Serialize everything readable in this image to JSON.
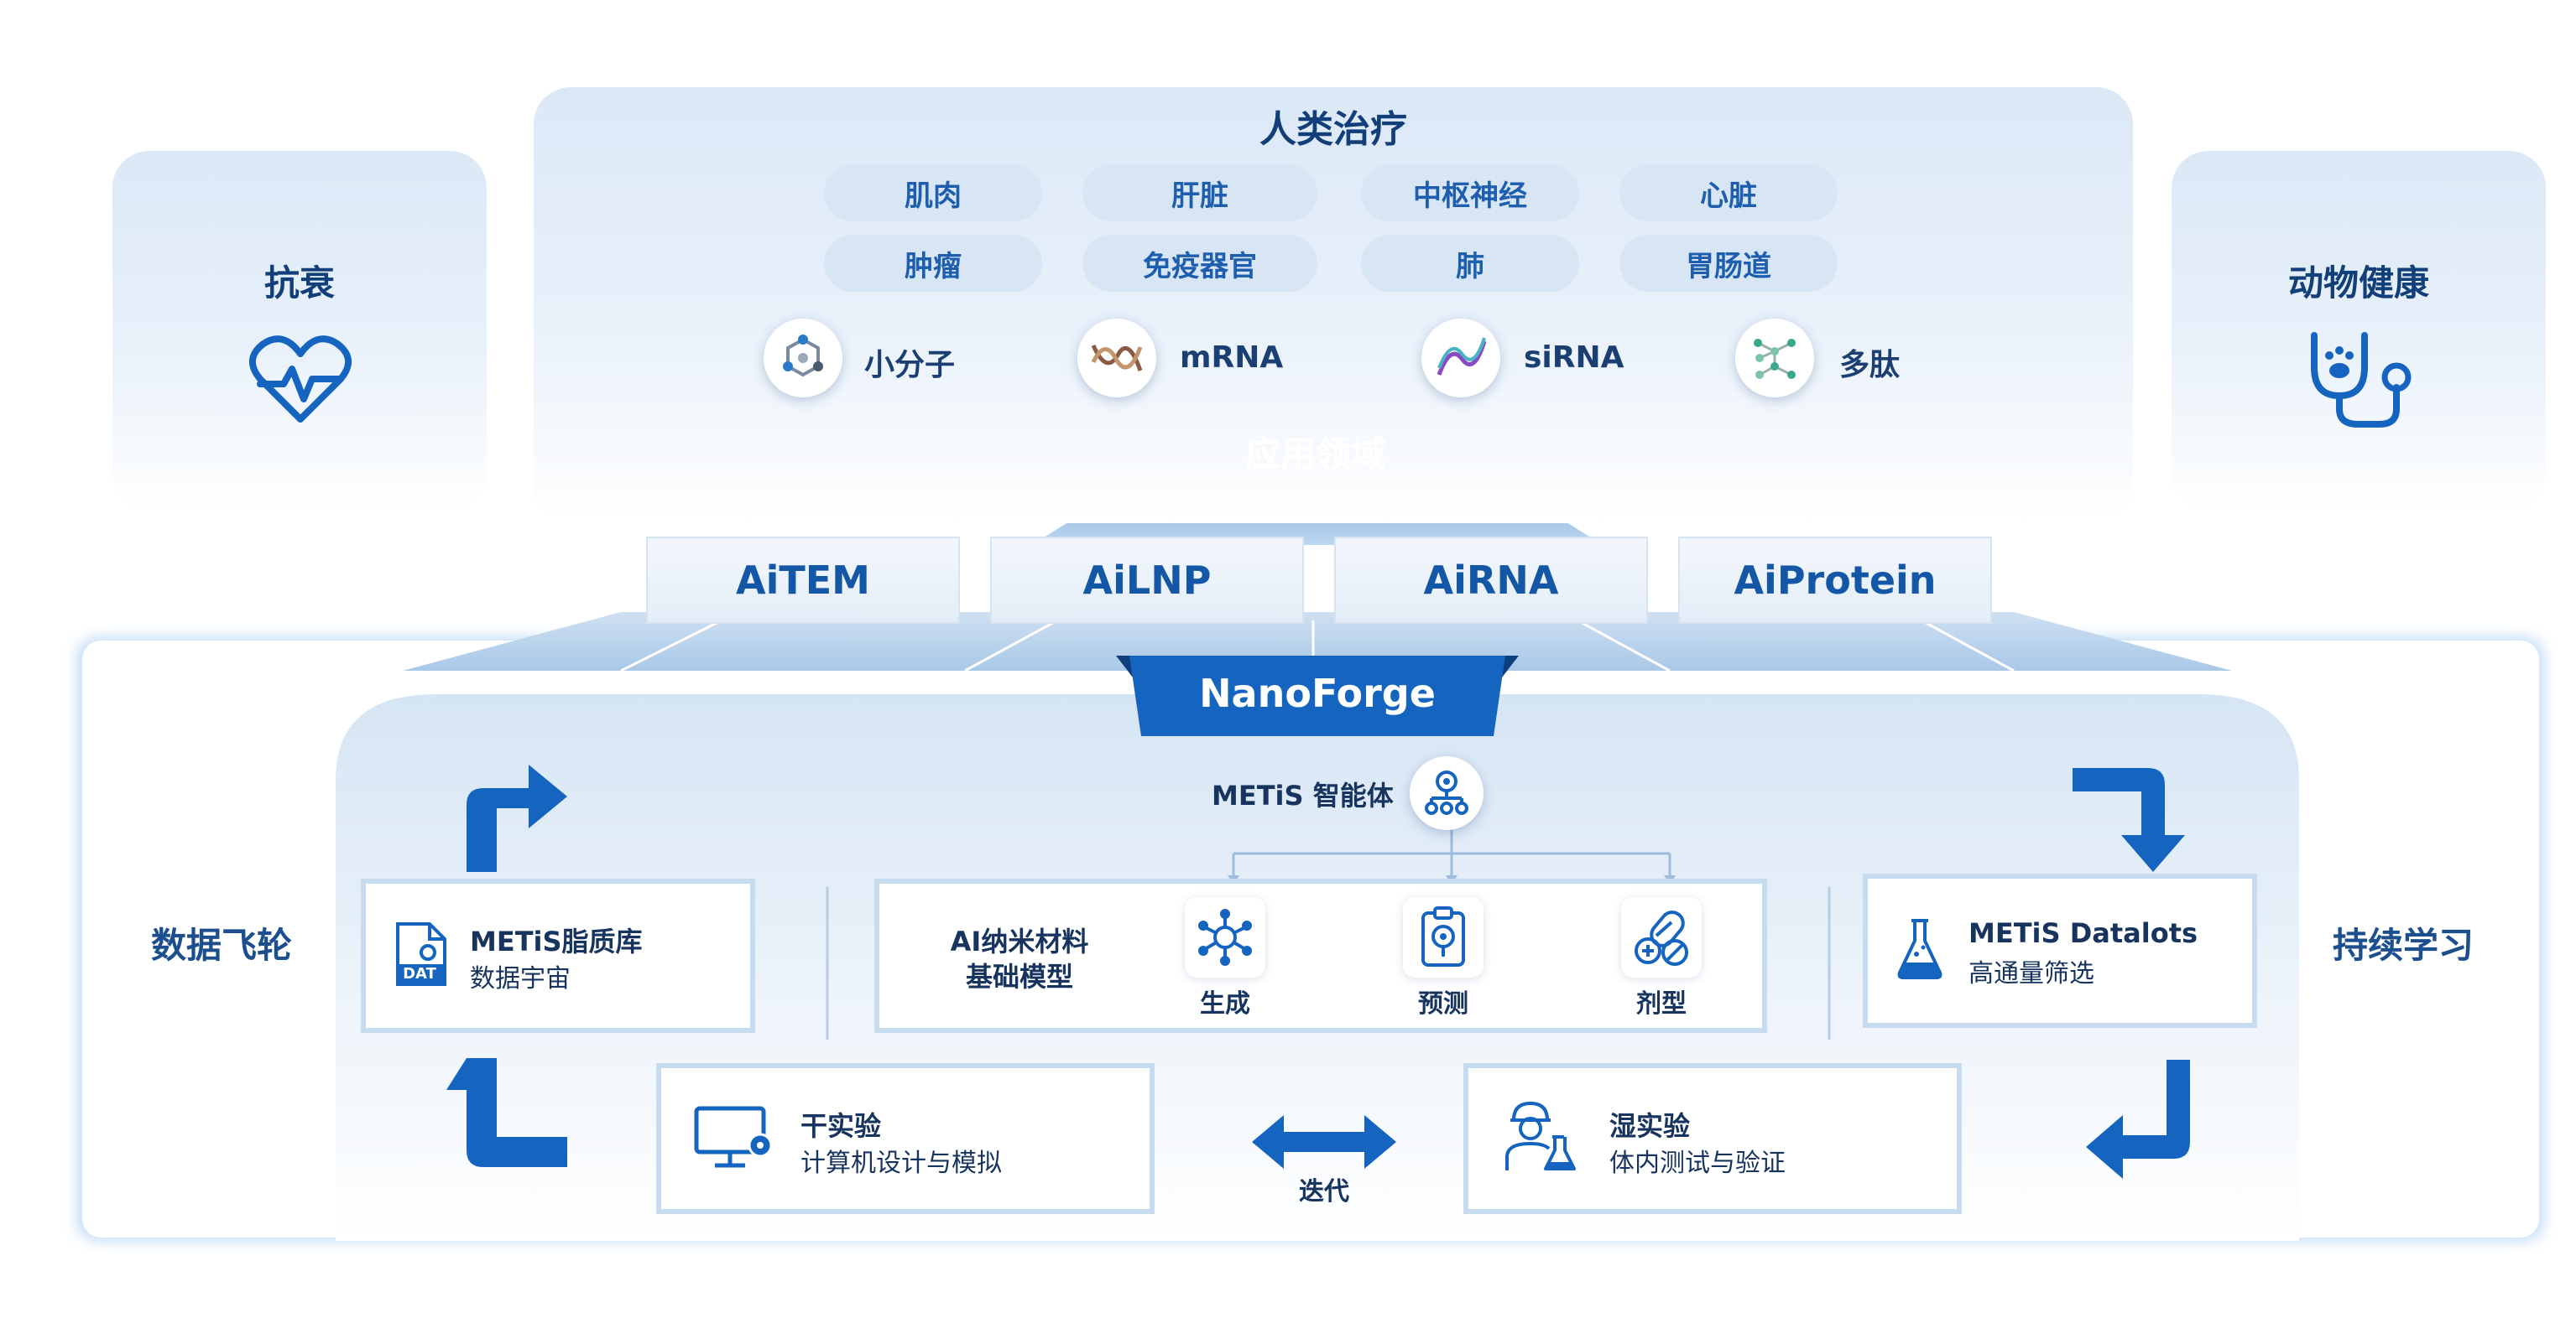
{
  "top": {
    "title": "人类治疗",
    "pills": [
      "肌肉",
      "肝脏",
      "中枢神经",
      "心脏",
      "肿瘤",
      "免疫器官",
      "肺",
      "胃肠道"
    ],
    "modalities": [
      "小分子",
      "mRNA",
      "siRNA",
      "多肽"
    ]
  },
  "left_panel": {
    "label": "抗衰",
    "icon": "heart-pulse-icon"
  },
  "right_panel": {
    "label": "动物健康",
    "icon": "pet-stethoscope-icon"
  },
  "arrow_label": "应用领域",
  "platforms": [
    "AiTEM",
    "AiLNP",
    "AiRNA",
    "AiProtein"
  ],
  "core": {
    "nanoforge": "NanoForge",
    "agent": "METiS 智能体",
    "left_side": "数据飞轮",
    "right_side": "持续学习",
    "lipid_db": {
      "title": "METiS脂质库",
      "sub": "数据宇宙",
      "icon_text": "DAT"
    },
    "foundation": {
      "title_line1": "AI纳米材料",
      "title_line2": "基础模型",
      "items": [
        "生成",
        "预测",
        "剂型"
      ]
    },
    "datalots": {
      "title": "METiS Datalots",
      "sub": "高通量筛选"
    },
    "dry_lab": {
      "title": "干实验",
      "sub": "计算机设计与模拟"
    },
    "wet_lab": {
      "title": "湿实验",
      "sub": "体内测试与验证"
    },
    "iterate": "迭代"
  },
  "colors": {
    "primary": "#1565c0",
    "dark_blue": "#123f7a",
    "pill_bg": "#d7e5f4",
    "card_border": "#c8dcf0"
  }
}
